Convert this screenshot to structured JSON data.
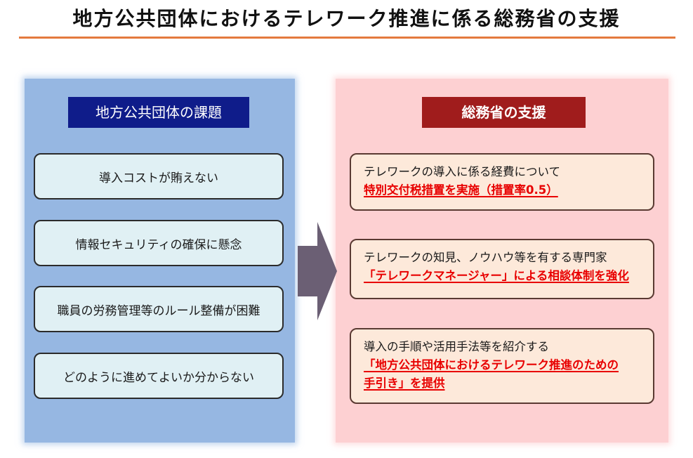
{
  "title": "地方公共団体におけるテレワーク推進に係る総務省の支援",
  "left_panel": {
    "header": "地方公共団体の課題",
    "issues": [
      "導入コストが賄えない",
      "情報セキュリティの確保に懸念",
      "職員の労務管理等のルール整備が困難",
      "どのように進めてよいか分からない"
    ]
  },
  "right_panel": {
    "header": "総務省の支援",
    "supports": [
      {
        "lead": "テレワークの導入に係る経費について",
        "emphasis": [
          "特別交付税措置を実施（措置率0.5）"
        ]
      },
      {
        "lead": "テレワークの知見、ノウハウ等を有する専門家",
        "emphasis": [
          "「テレワークマネージャー」による相談体制を強化"
        ]
      },
      {
        "lead": "導入の手順や活用手法等を紹介する",
        "emphasis": [
          "「地方公共団体におけるテレワーク推進のための",
          "手引き」を提供"
        ]
      }
    ]
  },
  "colors": {
    "left_panel_bg": "#96b7e2",
    "left_header_bg": "#0f1c8a",
    "right_panel_bg": "#fdd0d2",
    "right_header_bg": "#a01c1c",
    "emphasis_text": "#e80000",
    "title_rule": "#e47a3e",
    "arrow": "#6b5f74"
  }
}
